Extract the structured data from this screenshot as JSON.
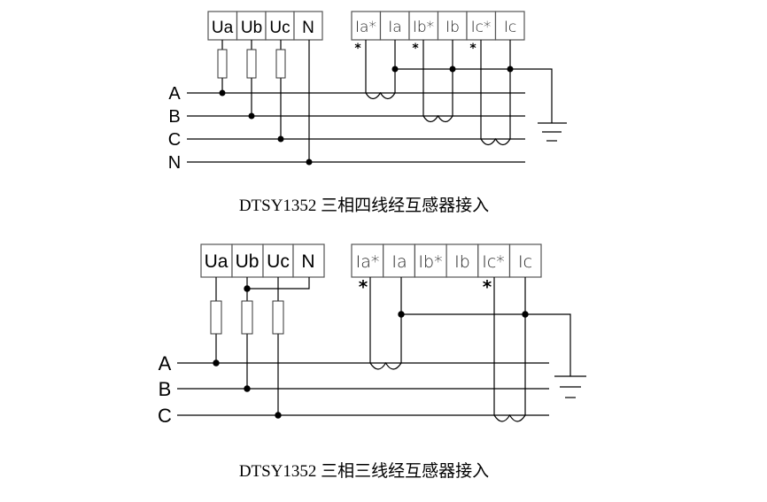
{
  "diagrams": [
    {
      "caption": "DTSY1352 三相四线经互感器接入",
      "voltage_terminals": [
        "Ua",
        "Ub",
        "Uc",
        "N"
      ],
      "current_terminals": [
        "Ia*",
        "Ia",
        "Ib*",
        "Ib",
        "Ic*",
        "Ic"
      ],
      "polarity_mark": "*",
      "phases": [
        "A",
        "B",
        "C",
        "N"
      ]
    },
    {
      "caption": "DTSY1352 三相三线经互感器接入",
      "voltage_terminals": [
        "Ua",
        "Ub",
        "Uc",
        "N"
      ],
      "current_terminals": [
        "Ia*",
        "Ia",
        "Ib*",
        "Ib",
        "Ic*",
        "Ic"
      ],
      "polarity_mark": "*",
      "phases": [
        "A",
        "B",
        "C"
      ]
    }
  ]
}
